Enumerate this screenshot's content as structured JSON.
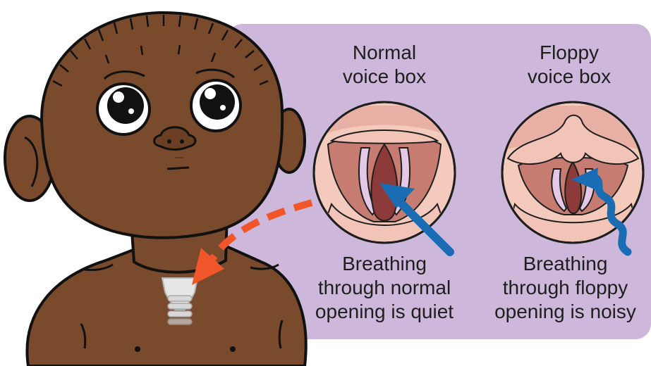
{
  "panels": {
    "normal": {
      "title_line1": "Normal",
      "title_line2": "voice box",
      "caption_line1": "Breathing",
      "caption_line2": "through normal",
      "caption_line3": "opening is quiet"
    },
    "floppy": {
      "title_line1": "Floppy",
      "title_line2": "voice box",
      "caption_line1": "Breathing",
      "caption_line2": "through floppy",
      "caption_line3": "opening is noisy"
    }
  },
  "colors": {
    "panel_background": "#cdb8dc",
    "skin": "#7a4a2c",
    "skin_shadow": "#5e3720",
    "airway_pink": "#f2c4b7",
    "airway_dark": "#8c3a3a",
    "tissue_lilac": "#e4c9e6",
    "pointer_arrow": "#f0562a",
    "airflow_arrow": "#1a6db3",
    "trachea": "#e6e6e6"
  },
  "icons": {
    "baby": "baby-illustration",
    "normal_airway": "normal-voice-box-illustration",
    "floppy_airway": "floppy-voice-box-illustration",
    "pointer": "dashed-arrow-icon",
    "airflow_straight": "straight-arrow-icon",
    "airflow_wavy": "wavy-arrow-icon"
  }
}
